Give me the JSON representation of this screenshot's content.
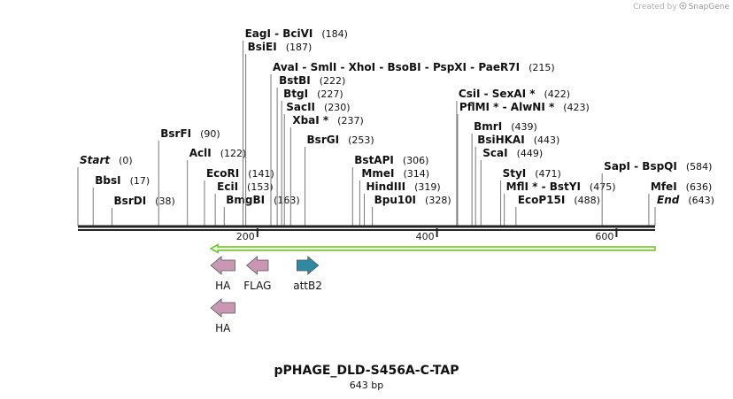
{
  "credit": {
    "prefix": "Created by",
    "brand": "SnapGene"
  },
  "plasmid": {
    "name": "pPHAGE_DLD-S456A-C-TAP",
    "length_label": "643 bp",
    "length": 643
  },
  "colors": {
    "backbone": "#222222",
    "arrow_fill": "#e8f5d8",
    "arrow_stroke": "#6cbf2b",
    "feature_pink": "#c996b4",
    "feature_teal": "#2e8aa0"
  },
  "ruler": {
    "ticks": [
      200,
      400,
      600
    ],
    "tick_labels": [
      "200",
      "400",
      "600"
    ]
  },
  "sites": [
    {
      "label": "Start",
      "pos": 0,
      "pos_label": "(0)",
      "italic": true
    },
    {
      "label": "BbsI",
      "pos": 17,
      "pos_label": "(17)"
    },
    {
      "label": "BsrDI",
      "pos": 38,
      "pos_label": "(38)"
    },
    {
      "label": "BsrFI",
      "pos": 90,
      "pos_label": "(90)"
    },
    {
      "label": "AclI",
      "pos": 122,
      "pos_label": "(122)"
    },
    {
      "label": "EcoRI",
      "pos": 141,
      "pos_label": "(141)"
    },
    {
      "label": "EciI",
      "pos": 153,
      "pos_label": "(153)"
    },
    {
      "label": "BmgBI",
      "pos": 163,
      "pos_label": "(163)"
    },
    {
      "label": "EagI  -  BciVI",
      "pos": 184,
      "pos_label": "(184)"
    },
    {
      "label": "BsiEI",
      "pos": 187,
      "pos_label": "(187)"
    },
    {
      "label": "AvaI  -  SmlI  -  XhoI  -  BsoBI  -  PspXI  -  PaeR7I",
      "pos": 215,
      "pos_label": "(215)"
    },
    {
      "label": "BstBI",
      "pos": 222,
      "pos_label": "(222)"
    },
    {
      "label": "BtgI",
      "pos": 227,
      "pos_label": "(227)"
    },
    {
      "label": "SacII",
      "pos": 230,
      "pos_label": "(230)"
    },
    {
      "label": "XbaI *",
      "pos": 237,
      "pos_label": "(237)"
    },
    {
      "label": "BsrGI",
      "pos": 253,
      "pos_label": "(253)"
    },
    {
      "label": "BstAPI",
      "pos": 306,
      "pos_label": "(306)"
    },
    {
      "label": "MmeI",
      "pos": 314,
      "pos_label": "(314)"
    },
    {
      "label": "HindIII",
      "pos": 319,
      "pos_label": "(319)"
    },
    {
      "label": "Bpu10I",
      "pos": 328,
      "pos_label": "(328)"
    },
    {
      "label": "CsiI  -  SexAI *",
      "pos": 422,
      "pos_label": "(422)"
    },
    {
      "label": "PflMI *  -  AlwNI *",
      "pos": 423,
      "pos_label": "(423)"
    },
    {
      "label": "BmrI",
      "pos": 439,
      "pos_label": "(439)"
    },
    {
      "label": "BsiHKAI",
      "pos": 443,
      "pos_label": "(443)"
    },
    {
      "label": "ScaI",
      "pos": 449,
      "pos_label": "(449)"
    },
    {
      "label": "StyI",
      "pos": 471,
      "pos_label": "(471)"
    },
    {
      "label": "MflI *  -  BstYI",
      "pos": 475,
      "pos_label": "(475)"
    },
    {
      "label": "EcoP15I",
      "pos": 488,
      "pos_label": "(488)"
    },
    {
      "label": "SapI  -  BspQI",
      "pos": 584,
      "pos_label": "(584)"
    },
    {
      "label": "MfeI",
      "pos": 636,
      "pos_label": "(636)"
    },
    {
      "label": "End",
      "pos": 643,
      "pos_label": "(643)",
      "italic": true
    }
  ],
  "orf": {
    "start": 148,
    "end": 643,
    "direction": "forward"
  },
  "features": [
    {
      "label": "HA",
      "start": 148,
      "end": 175,
      "direction": "reverse",
      "color": "#c996b4",
      "row": 0
    },
    {
      "label": "FLAG",
      "start": 188,
      "end": 212,
      "direction": "reverse",
      "color": "#c996b4",
      "row": 0
    },
    {
      "label": "attB2",
      "start": 244,
      "end": 268,
      "direction": "forward",
      "color": "#2e8aa0",
      "row": 0
    },
    {
      "label": "HA",
      "start": 148,
      "end": 175,
      "direction": "reverse",
      "color": "#c996b4",
      "row": 1
    }
  ]
}
